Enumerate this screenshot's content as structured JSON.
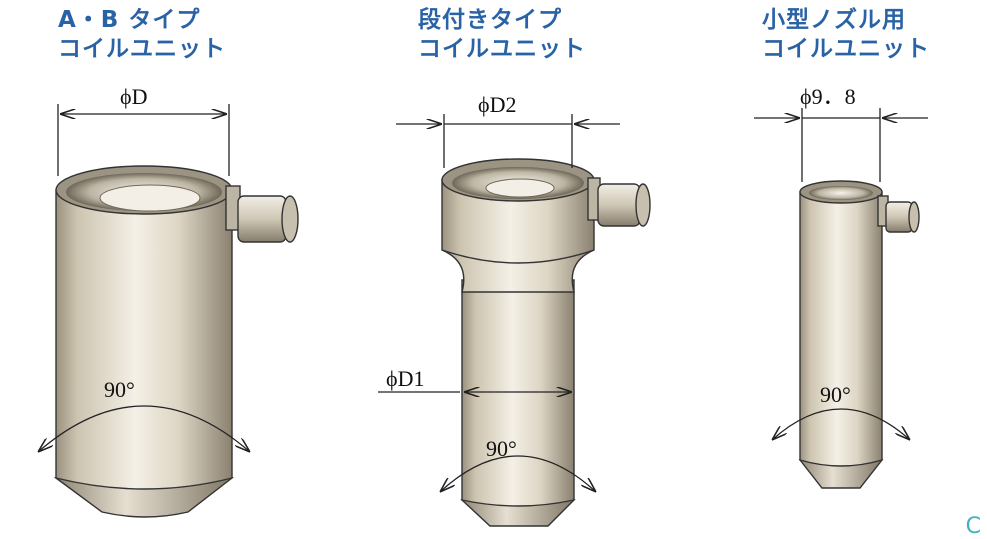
{
  "units": [
    {
      "id": "ab",
      "title": [
        "A・B タイプ",
        "コイルユニット"
      ],
      "dims": {
        "top": "ϕD"
      },
      "angle": "90°"
    },
    {
      "id": "stepped",
      "title": [
        "段付きタイプ",
        "コイルユニット"
      ],
      "dims": {
        "top": "ϕD2",
        "side": "ϕD1"
      },
      "angle": "90°"
    },
    {
      "id": "small",
      "title": [
        "小型ノズル用",
        "コイルユニット"
      ],
      "dims": {
        "top": "ϕ9．8"
      },
      "angle": "90°"
    }
  ],
  "corner_glyph": "C",
  "colors": {
    "title": "#2a62a6",
    "metal_light": "#f1ede3",
    "metal_mid": "#cfc6b3",
    "metal_dark": "#8f8676",
    "accent_corner": "#40b0c8"
  }
}
